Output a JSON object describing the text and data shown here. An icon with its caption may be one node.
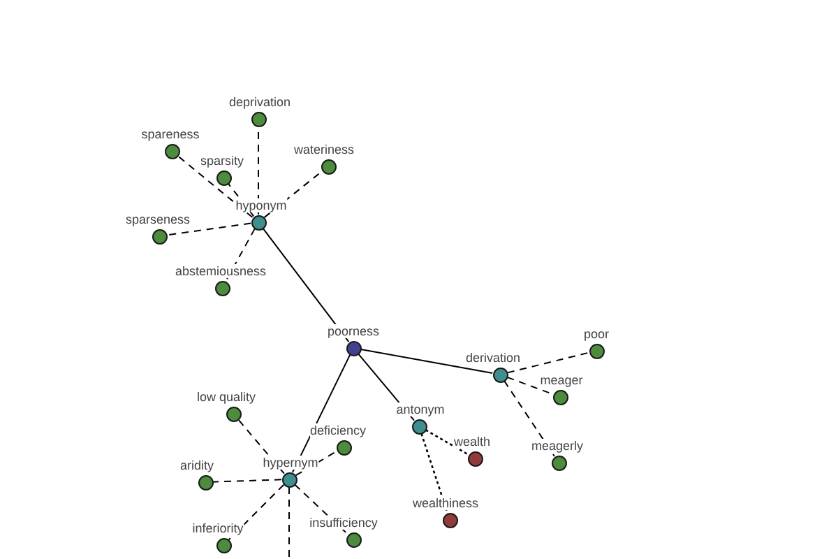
{
  "diagram": {
    "nodes": [
      {
        "text": [
          "poorness"
        ]
      },
      {
        "text": [
          "hyponym"
        ]
      },
      {
        "text": [
          "deprivation"
        ]
      },
      {
        "text": [
          "spareness"
        ]
      },
      {
        "text": [
          "sparsity"
        ]
      },
      {
        "text": [
          "wateriness"
        ]
      },
      {
        "text": [
          "sparseness"
        ]
      },
      {
        "text": [
          "abstemiousness"
        ]
      },
      {
        "text": [
          "derivation"
        ]
      },
      {
        "text": [
          "poor"
        ]
      },
      {
        "text": [
          "meager"
        ]
      },
      {
        "text": [
          "meagerly"
        ]
      },
      {
        "text": [
          "antonym"
        ]
      },
      {
        "text": [
          "wealth"
        ]
      },
      {
        "text": [
          "wealthiness"
        ]
      },
      {
        "text": [
          "hypernym"
        ]
      },
      {
        "text": [
          "low quality"
        ]
      },
      {
        "text": [
          "deficiency"
        ]
      },
      {
        "text": [
          "aridity"
        ]
      },
      {
        "text": [
          "inferiority"
        ]
      },
      {
        "text": [
          "insufficiency"
        ]
      }
    ],
    "edges": [
      {
        "from": 0,
        "to": 1,
        "arrow": "none"
      },
      {
        "from": 0,
        "to": 8,
        "arrow": "none"
      },
      {
        "from": 0,
        "to": 12,
        "arrow": "none"
      },
      {
        "from": 0,
        "to": 15,
        "arrow": "none"
      },
      {
        "from": 1,
        "to": 2,
        "arrow": "none",
        "style": "dashed"
      },
      {
        "from": 1,
        "to": 3,
        "arrow": "none",
        "style": "dashed"
      },
      {
        "from": 1,
        "to": 4,
        "arrow": "none",
        "style": "dashed"
      },
      {
        "from": 1,
        "to": 5,
        "arrow": "none",
        "style": "dashed"
      },
      {
        "from": 1,
        "to": 6,
        "arrow": "none",
        "style": "dashed"
      },
      {
        "from": 1,
        "to": 7,
        "arrow": "none",
        "style": "dashed"
      },
      {
        "from": 8,
        "to": 9,
        "arrow": "none",
        "style": "dashed"
      },
      {
        "from": 8,
        "to": 10,
        "arrow": "none",
        "style": "dashed"
      },
      {
        "from": 8,
        "to": 11,
        "arrow": "none",
        "style": "dashed"
      },
      {
        "from": 12,
        "to": 13,
        "arrow": "none",
        "style": "dashed"
      },
      {
        "from": 12,
        "to": 14,
        "arrow": "none",
        "style": "dashed"
      },
      {
        "from": 15,
        "to": 16,
        "arrow": "none",
        "style": "dashed"
      },
      {
        "from": 15,
        "to": 17,
        "arrow": "none",
        "style": "dashed"
      },
      {
        "from": 15,
        "to": 18,
        "arrow": "none",
        "style": "dashed"
      },
      {
        "from": 15,
        "to": 19,
        "arrow": "none",
        "style": "dashed"
      },
      {
        "from": 15,
        "to": 20,
        "arrow": "none",
        "style": "dashed"
      },
      {
        "from": 15,
        "to": null,
        "arrow": "none",
        "style": "dashed"
      }
    ]
  }
}
